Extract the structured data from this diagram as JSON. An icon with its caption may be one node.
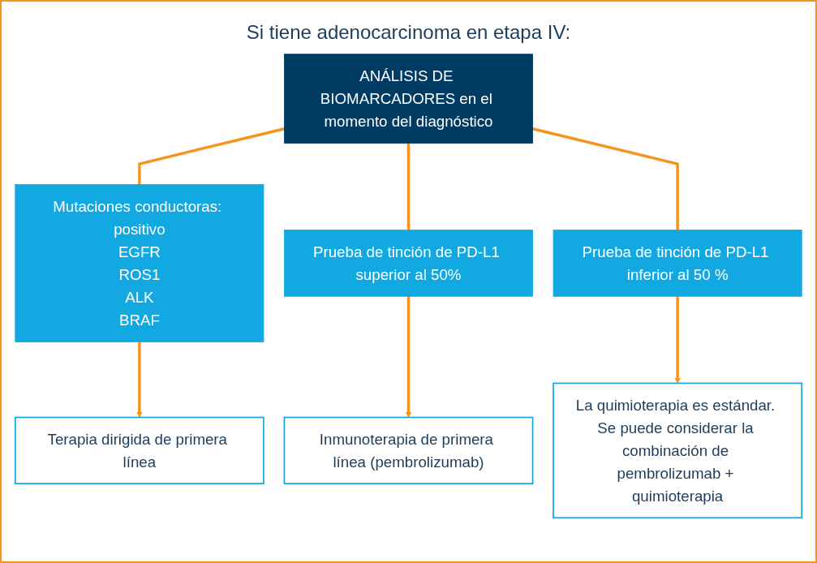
{
  "diagram": {
    "title": "Si tiene adenocarcinoma en etapa IV:",
    "nodes": [
      {
        "text": [
          "ANÁLISIS DE BIOMARCADORES en el momento del diagnóstico"
        ]
      },
      {
        "text": [
          "Mutaciones conductoras: positivo",
          "EGFR",
          "ROS1",
          "ALK",
          "BRAF"
        ]
      },
      {
        "text": [
          "Prueba de tinción de PD-L1 superior al 50%"
        ]
      },
      {
        "text": [
          "Prueba de tinción de PD-L1 inferior al 50 %"
        ]
      },
      {
        "text": [
          "Terapia dirigida de primera línea"
        ]
      },
      {
        "text": [
          "Inmunoterapia de primera línea (pembrolizumab)"
        ]
      },
      {
        "text": [
          "La quimioterapia es estándar. Se puede considerar la combinación de pembrolizumab + quimioterapia"
        ]
      }
    ],
    "edges": [
      {
        "from": 0,
        "to": 1,
        "arrow": "none"
      },
      {
        "from": 0,
        "to": 2,
        "arrow": "none"
      },
      {
        "from": 0,
        "to": 3,
        "arrow": "none"
      },
      {
        "from": 1,
        "to": 4,
        "arrow": "to"
      },
      {
        "from": 2,
        "to": 5,
        "arrow": "to"
      },
      {
        "from": 3,
        "to": 6,
        "arrow": "to"
      }
    ]
  }
}
